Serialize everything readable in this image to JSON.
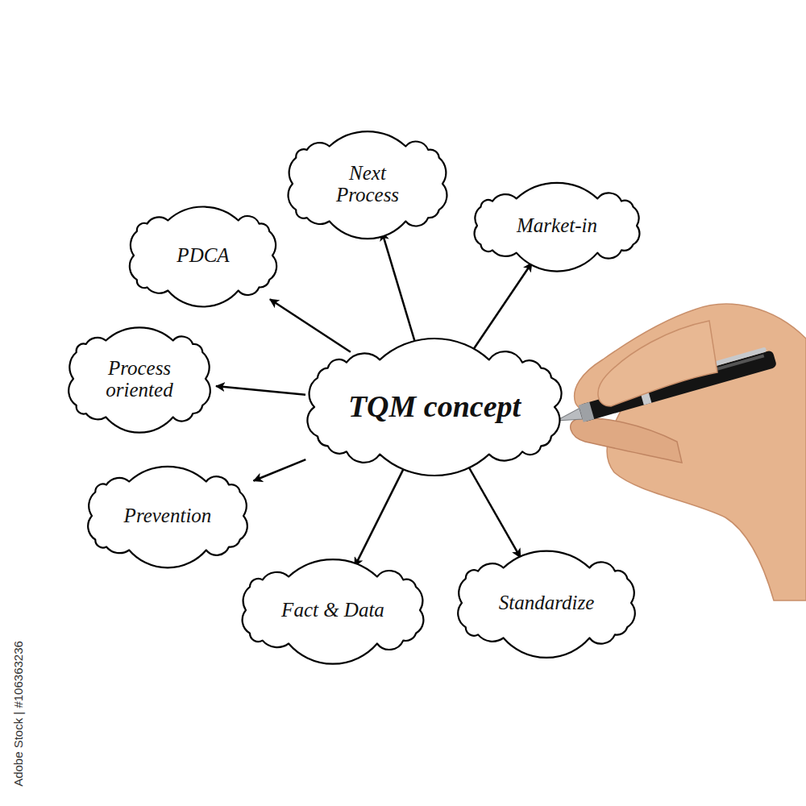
{
  "diagram": {
    "nodes": [
      {
        "text": [
          "TQM concept"
        ]
      },
      {
        "text": [
          "Next Process"
        ]
      },
      {
        "text": [
          "Market-in"
        ]
      },
      {
        "text": [
          "Standardize"
        ]
      },
      {
        "text": [
          "Fact & Data"
        ]
      },
      {
        "text": [
          "Prevention"
        ]
      },
      {
        "text": [
          "Process oriented"
        ]
      },
      {
        "text": [
          "PDCA"
        ]
      }
    ],
    "edges": [
      {
        "from": 0,
        "to": 1,
        "arrow": "to"
      },
      {
        "from": 0,
        "to": 2,
        "arrow": "to"
      },
      {
        "from": 0,
        "to": 3,
        "arrow": "to"
      },
      {
        "from": 0,
        "to": 4,
        "arrow": "to"
      },
      {
        "from": 0,
        "to": 5,
        "arrow": "to"
      },
      {
        "from": 0,
        "to": 6,
        "arrow": "to"
      },
      {
        "from": 0,
        "to": 7,
        "arrow": "to"
      }
    ],
    "labels": [
      "Adobe Stock | #106363236"
    ]
  }
}
